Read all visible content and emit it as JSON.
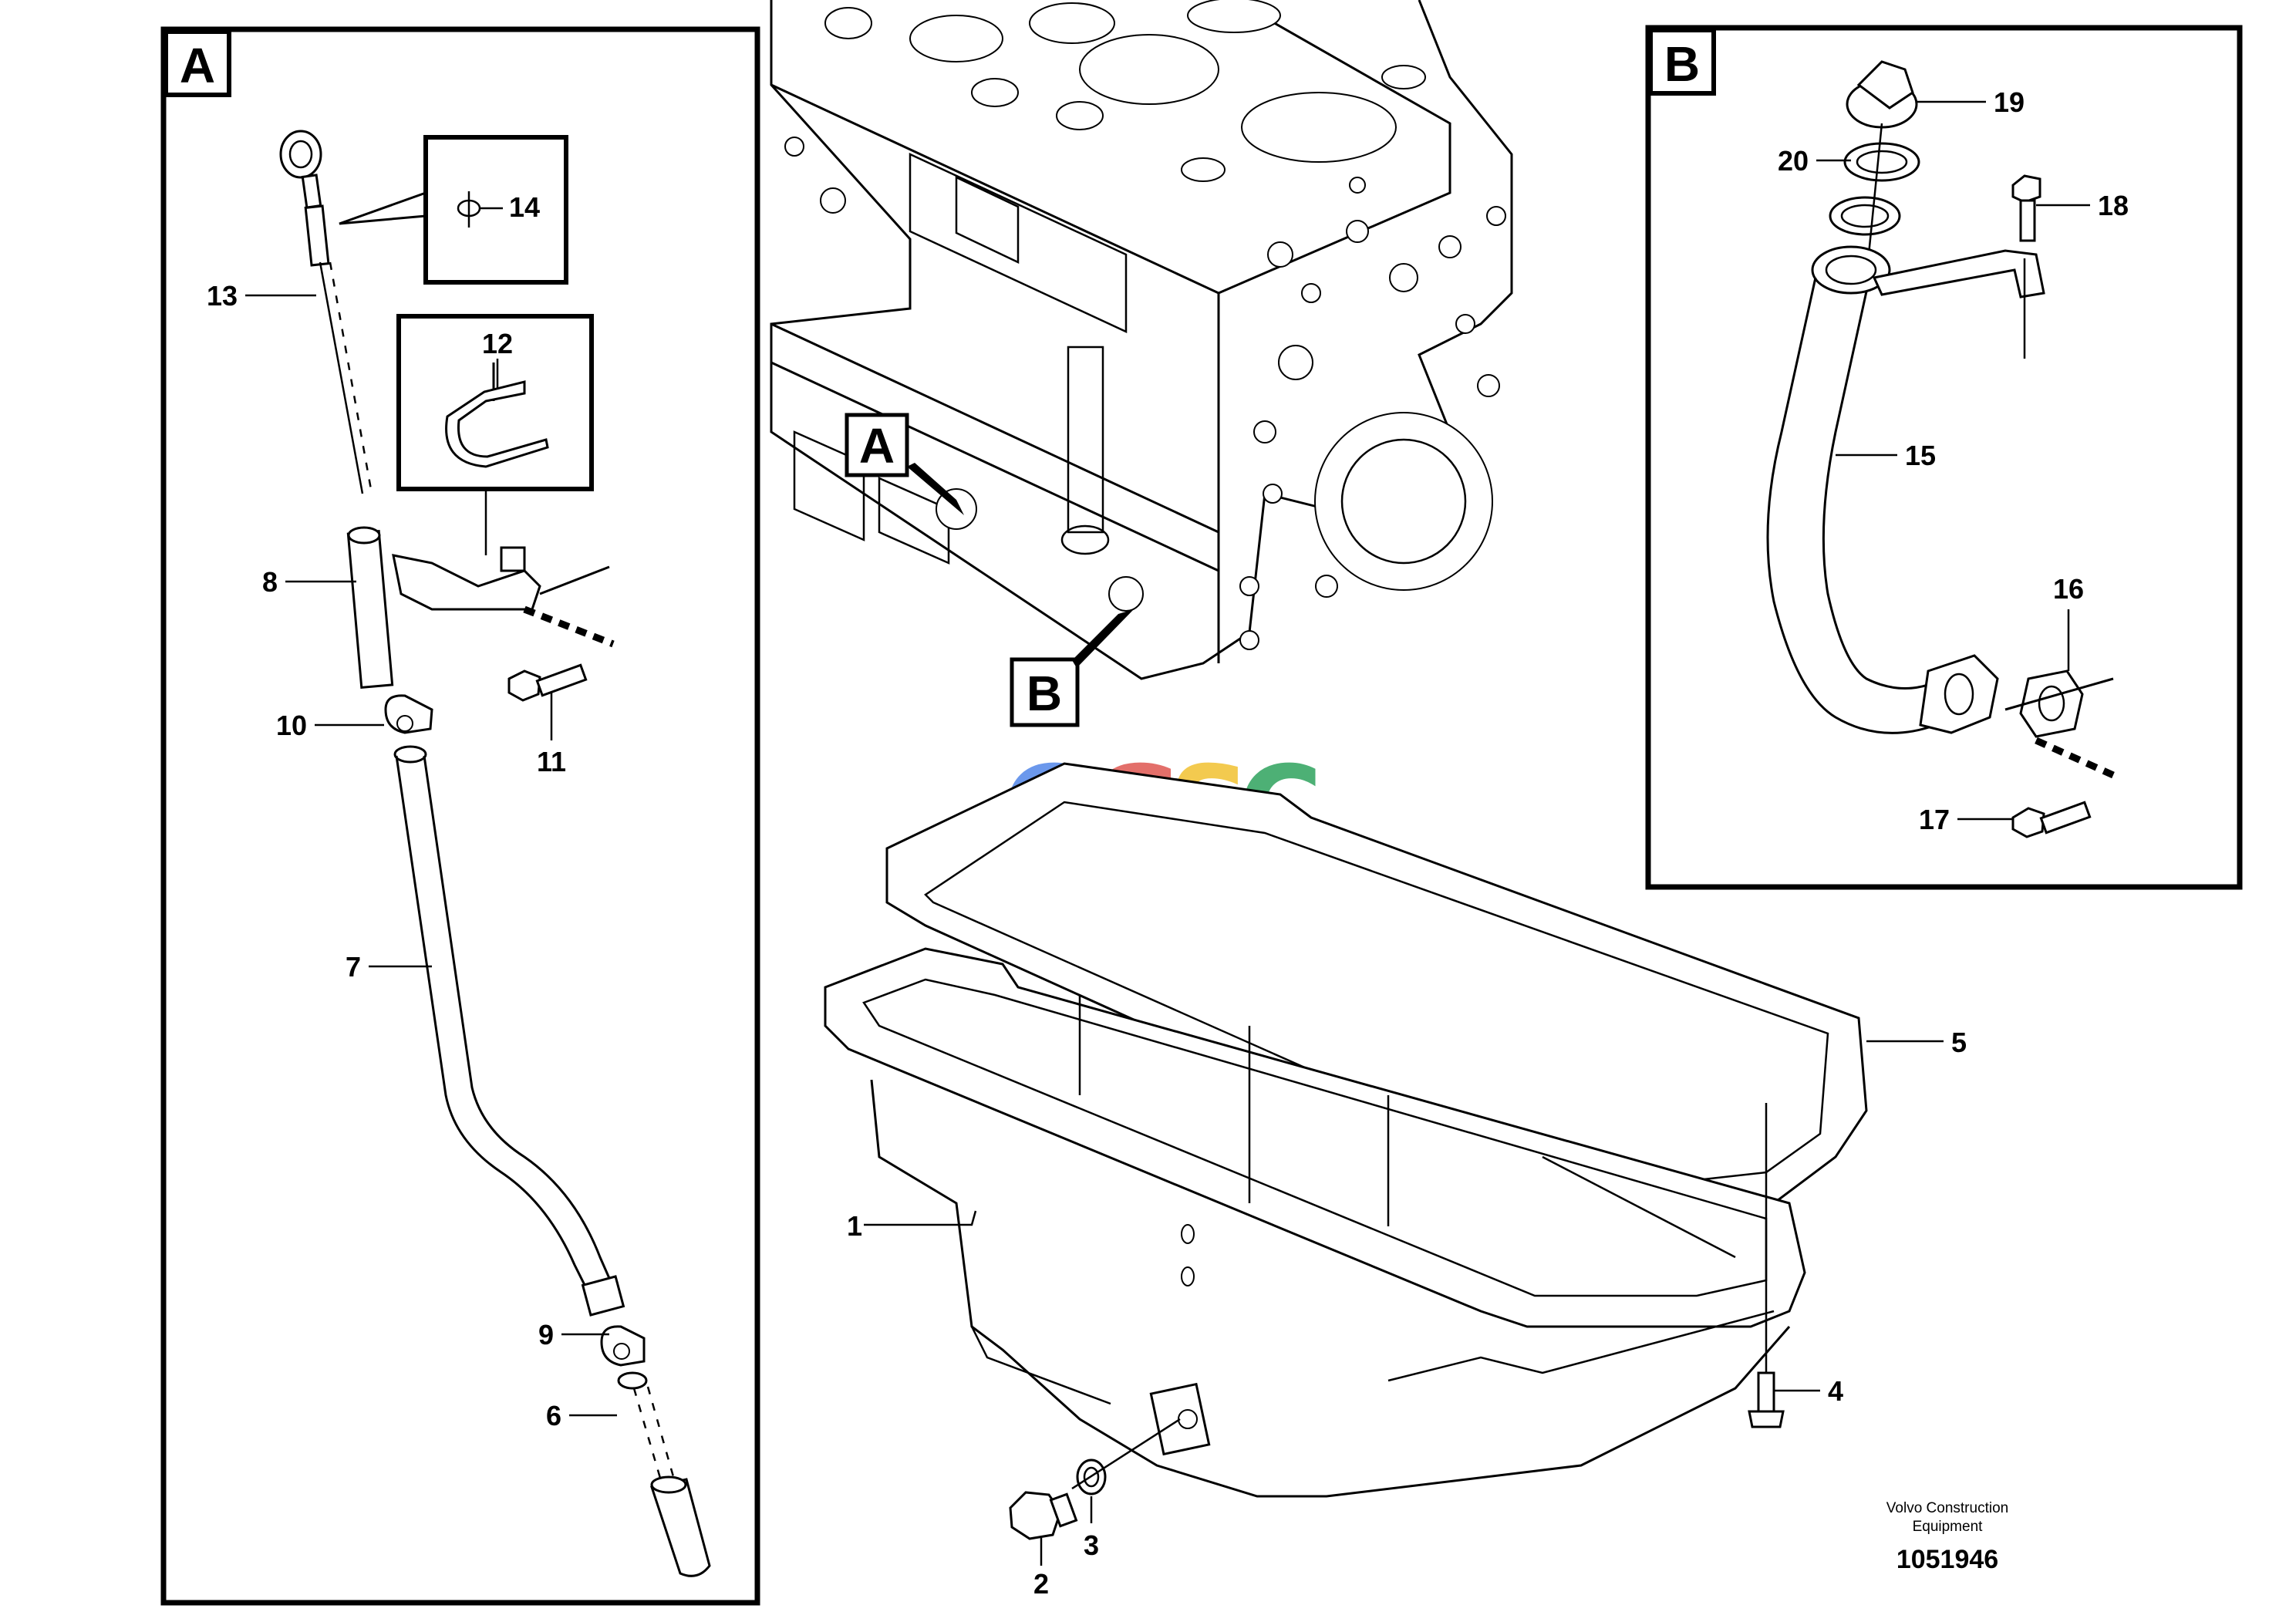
{
  "views": {
    "a": {
      "label": "A"
    },
    "b": {
      "label": "B"
    }
  },
  "callouts": {
    "a": "A",
    "b": "B"
  },
  "parts": {
    "p1": "1",
    "p2": "2",
    "p3": "3",
    "p4": "4",
    "p5": "5",
    "p6": "6",
    "p7": "7",
    "p8": "8",
    "p9": "9",
    "p10": "10",
    "p11": "11",
    "p12": "12",
    "p13": "13",
    "p14": "14",
    "p15": "15",
    "p16": "16",
    "p17": "17",
    "p18": "18",
    "p19": "19",
    "p20": "20"
  },
  "watermark": {
    "letters": [
      "C",
      "G",
      "S",
      "C"
    ],
    "colors": [
      "#5b8dea",
      "#e0605a",
      "#f2c53d",
      "#3aa867"
    ]
  },
  "footer": {
    "brand_line1": "Volvo Construction",
    "brand_line2": "Equipment",
    "doc_number": "1051946"
  }
}
